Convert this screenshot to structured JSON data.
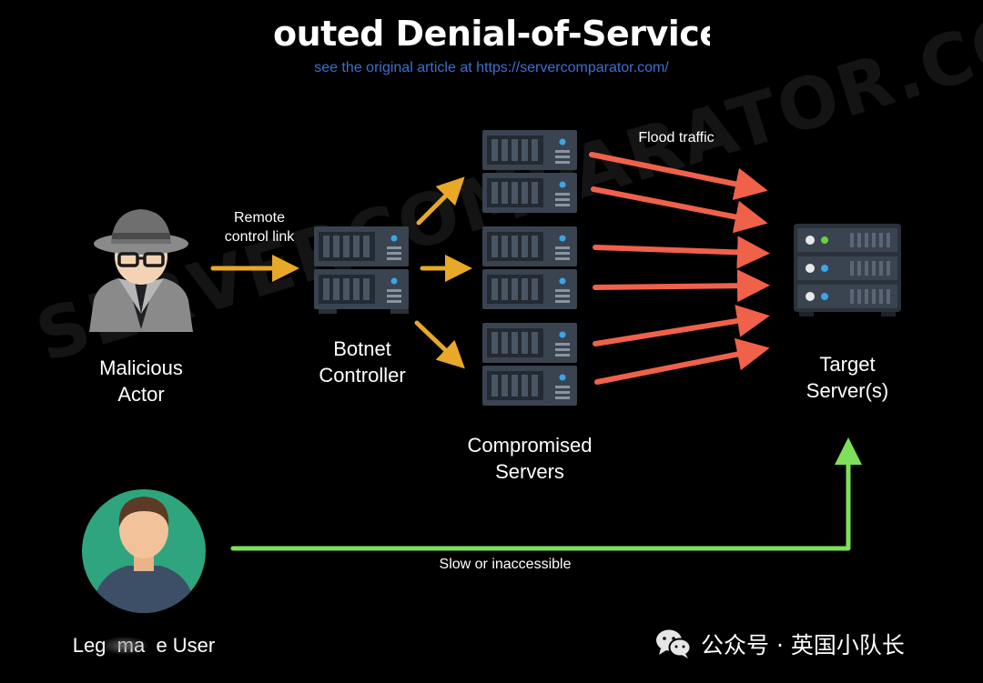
{
  "header": {
    "title": "outed Denial-of-Service A",
    "subtitle": "see the original article at https://servercomparator.com/"
  },
  "watermark": "SERVERCOMPARATOR.COM",
  "nodes": {
    "malicious_actor": {
      "line1": "Malicious",
      "line2": "Actor"
    },
    "botnet_controller": {
      "line1": "Botnet",
      "line2": "Controller"
    },
    "compromised_servers": {
      "line1": "Compromised",
      "line2": "Servers"
    },
    "target_server": {
      "line1": "Target",
      "line2": "Server(s)"
    },
    "legitimate_user": {
      "label": "Leg  ma  e User"
    }
  },
  "edges": {
    "remote_control": {
      "line1": "Remote",
      "line2": "control link"
    },
    "flood": "Flood traffic",
    "legit": "Slow or inaccessible"
  },
  "footer": {
    "wechat_text": "公众号 · 英国小队长"
  },
  "colors": {
    "control_arrow": "#e8a828",
    "flood_arrow": "#f0614a",
    "legit_arrow": "#7ee05a",
    "server_body": "#3a4350",
    "server_led": "#3aa6e6",
    "subtitle": "#3c6fd4"
  }
}
